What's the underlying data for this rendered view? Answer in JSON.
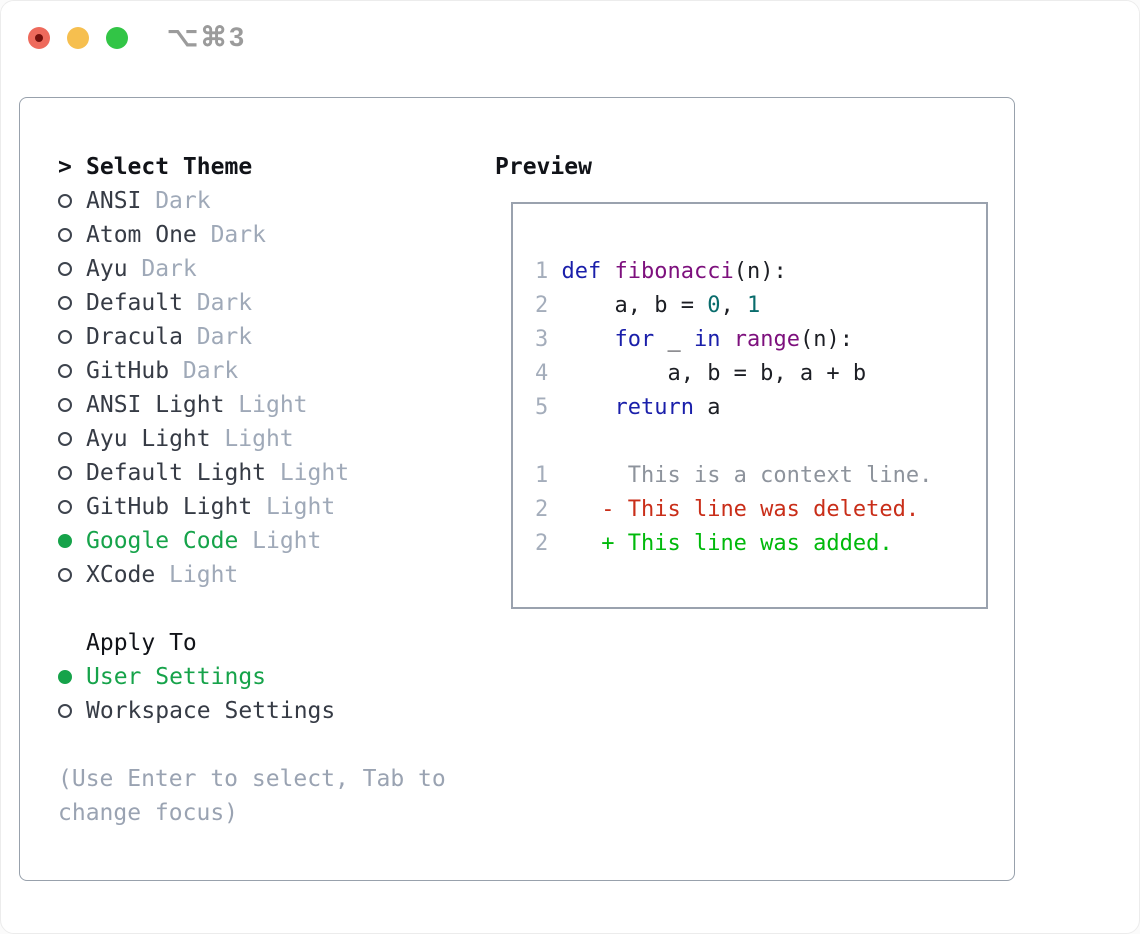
{
  "titlebar": {
    "shortcut": "⌥⌘3"
  },
  "panel": {
    "list_cursor": ">",
    "list_title": "Select Theme",
    "themes": [
      {
        "name": "ANSI",
        "variant": "Dark",
        "selected": false
      },
      {
        "name": "Atom One",
        "variant": "Dark",
        "selected": false
      },
      {
        "name": "Ayu",
        "variant": "Dark",
        "selected": false
      },
      {
        "name": "Default",
        "variant": "Dark",
        "selected": false
      },
      {
        "name": "Dracula",
        "variant": "Dark",
        "selected": false
      },
      {
        "name": "GitHub",
        "variant": "Dark",
        "selected": false
      },
      {
        "name": "ANSI Light",
        "variant": "Light",
        "selected": false
      },
      {
        "name": "Ayu Light",
        "variant": "Light",
        "selected": false
      },
      {
        "name": "Default Light",
        "variant": "Light",
        "selected": false
      },
      {
        "name": "GitHub Light",
        "variant": "Light",
        "selected": false
      },
      {
        "name": "Google Code",
        "variant": "Light",
        "selected": true
      },
      {
        "name": "XCode",
        "variant": "Light",
        "selected": false
      }
    ],
    "apply_to": {
      "title": "Apply To",
      "options": [
        {
          "name": "User Settings",
          "selected": true
        },
        {
          "name": "Workspace Settings",
          "selected": false
        }
      ]
    },
    "help": "(Use Enter to select, Tab to change focus)"
  },
  "preview": {
    "title": "Preview",
    "code_lines": [
      {
        "num": "1",
        "segments": [
          {
            "text": "def",
            "color": "keyword"
          },
          {
            "text": " ",
            "color": "plain"
          },
          {
            "text": "fibonacci",
            "color": "function"
          },
          {
            "text": "(n):",
            "color": "plain"
          }
        ]
      },
      {
        "num": "2",
        "segments": [
          {
            "text": "    a, b = ",
            "color": "plain"
          },
          {
            "text": "0",
            "color": "number"
          },
          {
            "text": ", ",
            "color": "plain"
          },
          {
            "text": "1",
            "color": "number"
          }
        ]
      },
      {
        "num": "3",
        "segments": [
          {
            "text": "    ",
            "color": "plain"
          },
          {
            "text": "for",
            "color": "keyword"
          },
          {
            "text": " _ ",
            "color": "plain"
          },
          {
            "text": "in",
            "color": "keyword"
          },
          {
            "text": " ",
            "color": "plain"
          },
          {
            "text": "range",
            "color": "function"
          },
          {
            "text": "(n):",
            "color": "plain"
          }
        ]
      },
      {
        "num": "4",
        "segments": [
          {
            "text": "        a, b = b, a + b",
            "color": "plain"
          }
        ]
      },
      {
        "num": "5",
        "segments": [
          {
            "text": "    ",
            "color": "plain"
          },
          {
            "text": "return",
            "color": "keyword"
          },
          {
            "text": " a",
            "color": "plain"
          }
        ]
      }
    ],
    "diff_lines": [
      {
        "num": "1",
        "kind": "context",
        "text": "     This is a context line."
      },
      {
        "num": "2",
        "kind": "deleted",
        "text": "   - This line was deleted."
      },
      {
        "num": "2",
        "kind": "added",
        "text": "   + This line was added."
      }
    ]
  },
  "colors": {
    "accent_green": "#16a34a",
    "keyword": "#1a1faa",
    "function": "#7d107d",
    "number": "#096c6c",
    "plain": "#1c1e24",
    "line_number": "#a4adbb",
    "context": "#8d939c",
    "deleted": "#c92e19",
    "added": "#00b90b",
    "variant": "#9fa9b8",
    "item": "#363b45",
    "heading": "#111318",
    "help": "#9aa3b2",
    "border": "#98a1ac",
    "preview_border": "#9aa2ae",
    "shortcut": "#9b9b9b",
    "light_red": "#ee6a5c",
    "light_yellow": "#f6bf4f",
    "light_green": "#32c546"
  }
}
